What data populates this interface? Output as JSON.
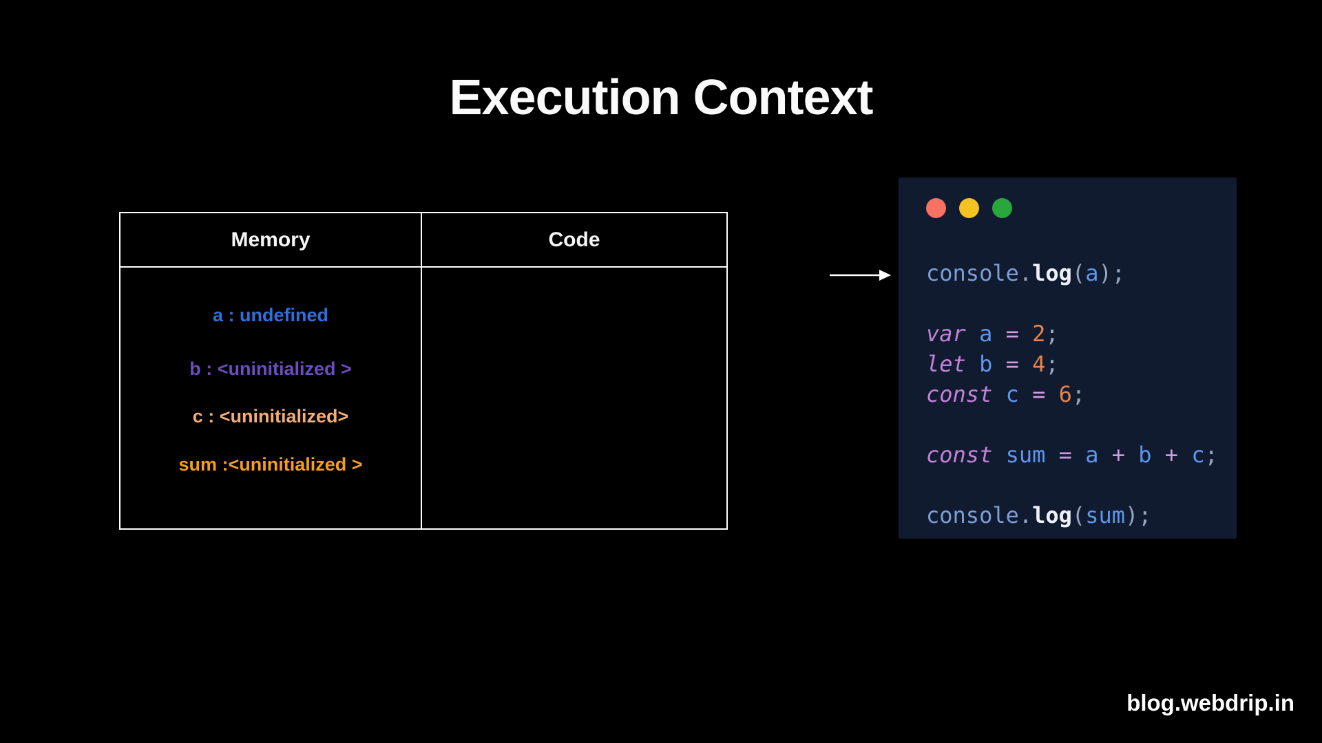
{
  "title": "Execution Context",
  "watermark": "blog.webdrip.in",
  "table": {
    "headers": {
      "memory": "Memory",
      "code": "Code"
    },
    "memory_items": [
      {
        "text": "a : undefined",
        "color": "#2f6fdb"
      },
      {
        "text": "b : <uninitialized >",
        "color": "#6d4cc0"
      },
      {
        "text": "c : <uninitialized>",
        "color": "#f2ae7a"
      },
      {
        "text": "sum :<uninitialized >",
        "color": "#f59d1c"
      }
    ]
  },
  "arrow": {
    "color": "#ffffff"
  },
  "code_window": {
    "background": "#101b30",
    "traffic_lights": [
      {
        "name": "close",
        "color": "#f97162"
      },
      {
        "name": "minimize",
        "color": "#f4c322"
      },
      {
        "name": "maximize",
        "color": "#2aa63d"
      }
    ],
    "palette": {
      "kw": "#c581d9",
      "var": "#5f96ee",
      "obj": "#7d9fd6",
      "fn": "#eef2f8",
      "pun": "#97a7c0",
      "op": "#d49ae0",
      "num": "#e8834a"
    },
    "lines": [
      {
        "tokens": [
          {
            "t": "console",
            "c": "obj"
          },
          {
            "t": ".",
            "c": "pun"
          },
          {
            "t": "log",
            "c": "fn"
          },
          {
            "t": "(",
            "c": "pun"
          },
          {
            "t": "a",
            "c": "var"
          },
          {
            "t": ");",
            "c": "pun"
          }
        ]
      },
      {
        "tokens": []
      },
      {
        "tokens": [
          {
            "t": "var ",
            "c": "kw"
          },
          {
            "t": "a ",
            "c": "var"
          },
          {
            "t": "= ",
            "c": "op"
          },
          {
            "t": "2",
            "c": "num"
          },
          {
            "t": ";",
            "c": "pun"
          }
        ]
      },
      {
        "tokens": [
          {
            "t": "let ",
            "c": "kw"
          },
          {
            "t": "b ",
            "c": "var"
          },
          {
            "t": "= ",
            "c": "op"
          },
          {
            "t": "4",
            "c": "num"
          },
          {
            "t": ";",
            "c": "pun"
          }
        ]
      },
      {
        "tokens": [
          {
            "t": "const ",
            "c": "kw"
          },
          {
            "t": "c ",
            "c": "var"
          },
          {
            "t": "= ",
            "c": "op"
          },
          {
            "t": "6",
            "c": "num"
          },
          {
            "t": ";",
            "c": "pun"
          }
        ]
      },
      {
        "tokens": []
      },
      {
        "tokens": [
          {
            "t": "const ",
            "c": "kw"
          },
          {
            "t": "sum ",
            "c": "var"
          },
          {
            "t": "= ",
            "c": "op"
          },
          {
            "t": "a ",
            "c": "var"
          },
          {
            "t": "+ ",
            "c": "op"
          },
          {
            "t": "b ",
            "c": "var"
          },
          {
            "t": "+ ",
            "c": "op"
          },
          {
            "t": "c",
            "c": "var"
          },
          {
            "t": ";",
            "c": "pun"
          }
        ]
      },
      {
        "tokens": []
      },
      {
        "tokens": [
          {
            "t": "console",
            "c": "obj"
          },
          {
            "t": ".",
            "c": "pun"
          },
          {
            "t": "log",
            "c": "fn"
          },
          {
            "t": "(",
            "c": "pun"
          },
          {
            "t": "sum",
            "c": "var"
          },
          {
            "t": ");",
            "c": "pun"
          }
        ]
      }
    ]
  }
}
